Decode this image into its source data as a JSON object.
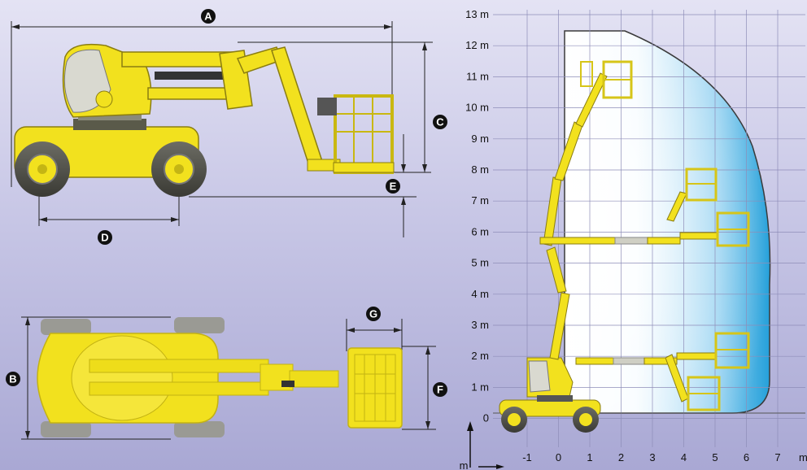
{
  "dimension_labels": {
    "A": "A",
    "B": "B",
    "C": "C",
    "D": "D",
    "E": "E",
    "F": "F",
    "G": "G"
  },
  "chart": {
    "y_ticks": [
      "13 m",
      "12 m",
      "11 m",
      "10 m",
      "9 m",
      "8 m",
      "7 m",
      "6 m",
      "5 m",
      "4 m",
      "3 m",
      "2 m",
      "1 m",
      "0"
    ],
    "x_ticks": [
      "-1",
      "0",
      "1",
      "2",
      "3",
      "4",
      "5",
      "6",
      "7"
    ],
    "x_unit_cut": "m",
    "axis_unit": "m"
  },
  "colors": {
    "machine_yellow": "#f2e11e",
    "machine_dark": "#4a4a3a",
    "envelope_light": "#ffffff",
    "envelope_blue": "#2aa3dc",
    "badge": "#111111"
  }
}
